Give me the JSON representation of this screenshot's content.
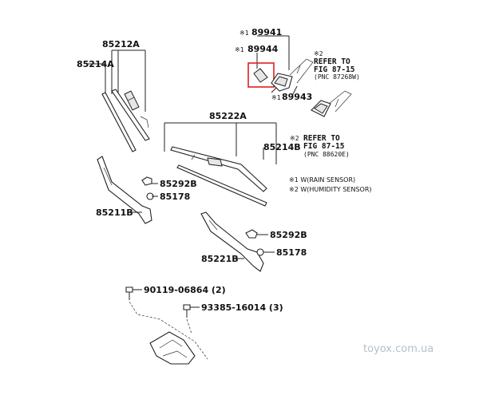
{
  "labels": {
    "p89941": "89941",
    "p89944": "89944",
    "p89943": "89943",
    "p85212a": "85212A",
    "p85214a": "85214A",
    "p85222a": "85222A",
    "p85214b": "85214B",
    "p85292b_1": "85292B",
    "p85178_1": "85178",
    "p85211b": "85211B",
    "p85292b_2": "85292B",
    "p85178_2": "85178",
    "p85221b": "85221B",
    "p90119": "90119-06864 (2)",
    "p93385": "93385-16014 (3)"
  },
  "marks": {
    "m1": "※1",
    "m2": "※1",
    "m3": "※1",
    "m4": "※2",
    "m5": "※2"
  },
  "refs": {
    "ref1": {
      "line1": "REFER TO",
      "line2": "FIG 87-15",
      "line3": "(PNC 87268W)"
    },
    "ref2": {
      "line1": "REFER TO",
      "line2": "FIG 87-15",
      "line3": "(PNC 88620E)"
    }
  },
  "notes": {
    "rain": "※1 W(RAIN SENSOR)",
    "humidity": "※2 W(HUMIDITY SENSOR)"
  },
  "watermark": "toyox.com.ua",
  "colors": {
    "highlight": "#e02020",
    "watermark": "#b7bfc6"
  }
}
